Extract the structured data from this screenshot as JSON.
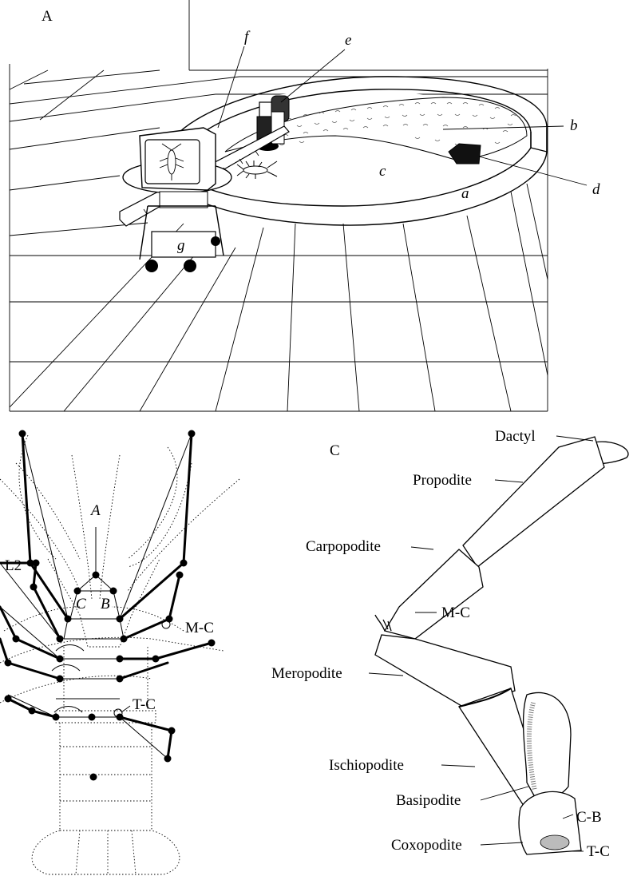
{
  "panels": {
    "A": {
      "title": "A",
      "labels": {
        "a": "a",
        "b": "b",
        "c": "c",
        "d": "d",
        "e": "e",
        "f": "f",
        "g": "g"
      }
    },
    "B": {
      "labels": {
        "A": "A",
        "B": "B",
        "C": "C",
        "L2": "L2",
        "MC": "M-C",
        "TC": "T-C"
      }
    },
    "C": {
      "title": "C",
      "segments": {
        "dactyl": "Dactyl",
        "propodite": "Propodite",
        "carpopodite": "Carpopodite",
        "mc": "M-C",
        "meropodite": "Meropodite",
        "ischiopodite": "Ischiopodite",
        "basipodite": "Basipodite",
        "cb": "C-B",
        "coxopodite": "Coxopodite",
        "tc": "T-C"
      }
    }
  }
}
